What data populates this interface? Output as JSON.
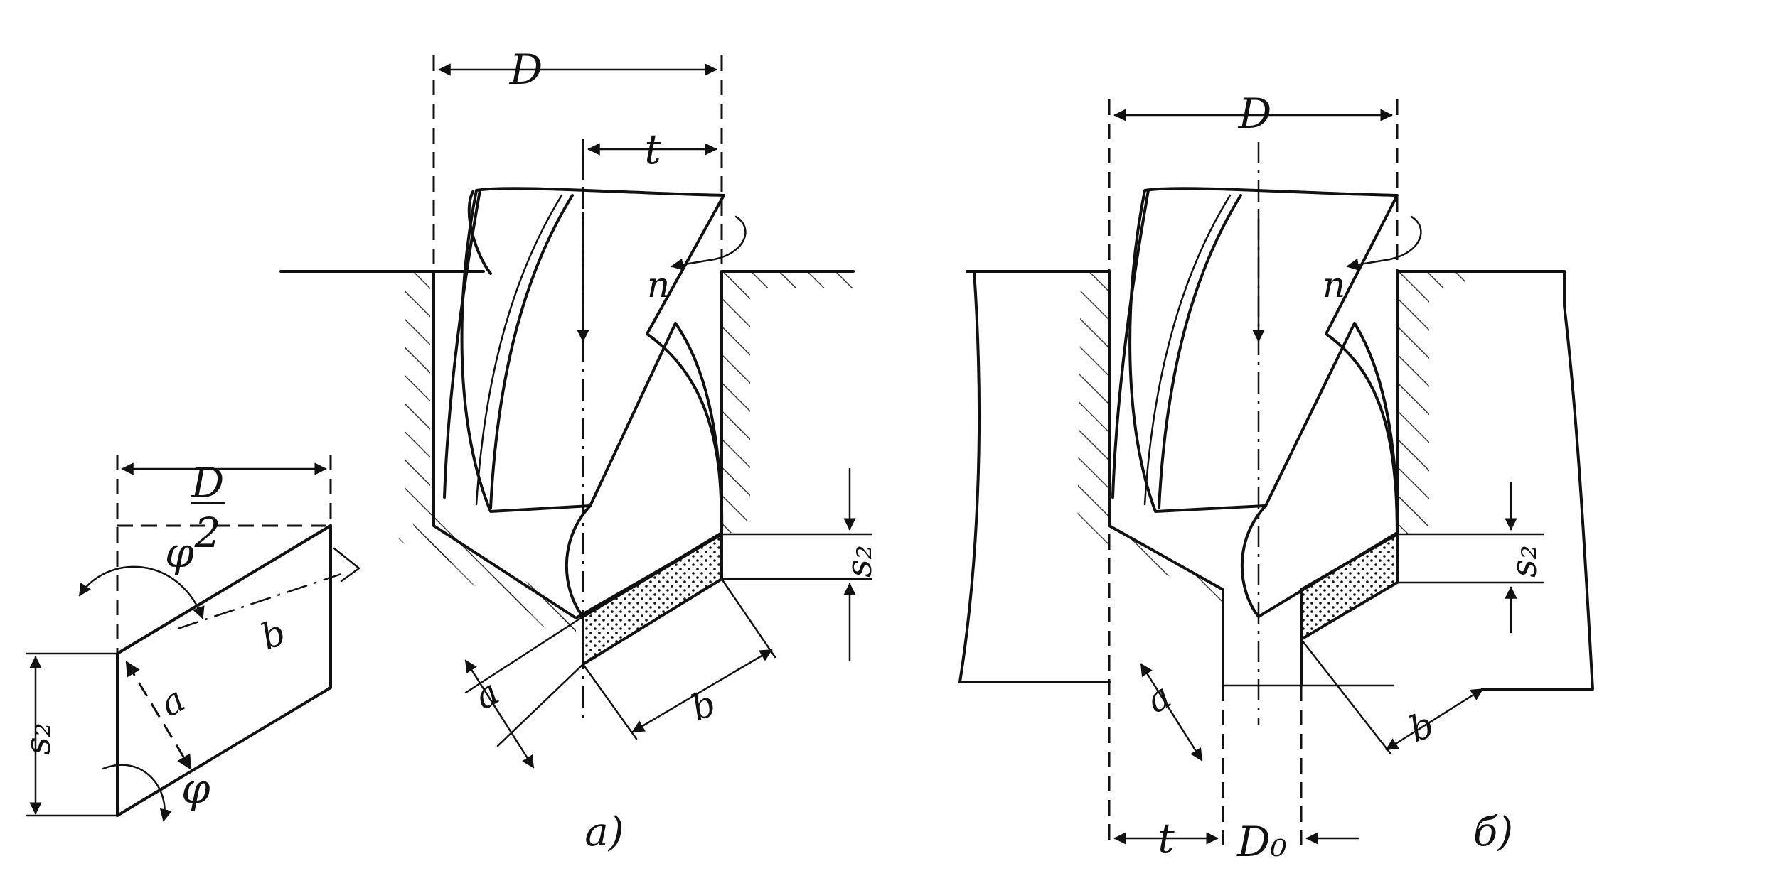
{
  "small_sketch": {
    "dim_top_numerator": "D",
    "dim_top_denominator": "2",
    "angle_top": "φ",
    "angle_bottom": "φ",
    "width_label": "b",
    "thickness_label": "a",
    "feed_label": "s₂"
  },
  "figure_a": {
    "dim_diameter": "D",
    "dim_depth": "t",
    "rotation": "n",
    "feed_label": "s₂",
    "thickness_label": "a",
    "width_label": "b",
    "caption": "a)"
  },
  "figure_b": {
    "dim_diameter": "D",
    "rotation": "n",
    "feed_label": "s₂",
    "thickness_label": "a",
    "width_label": "b",
    "dim_depth": "t",
    "dim_pilot": "D₀",
    "caption": "б)"
  }
}
